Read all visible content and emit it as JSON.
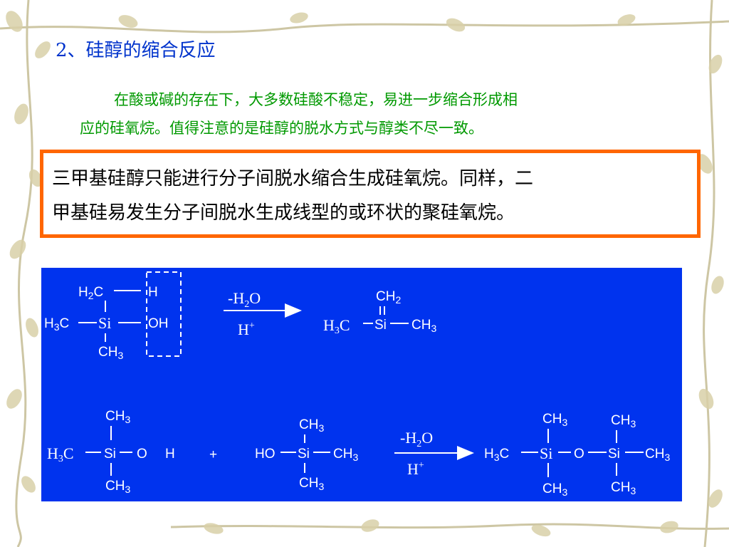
{
  "slide": {
    "title": "2、硅醇的缩合反应",
    "intro_line1": "在酸或碱的存在下，大多数硅酸不稳定，易进一步缩合形成相",
    "intro_line2": "应的硅氧烷。值得注意的是硅醇的脱水方式与醇类不尽一致。",
    "highlight_line1": "三甲基硅醇只能进行分子间脱水缩合生成硅氧烷。同样，二",
    "highlight_line2": "甲基硅易发生分子间脱水生成线型的或环状的聚硅氧烷。"
  },
  "colors": {
    "title": "#0033cc",
    "intro": "#009900",
    "highlight_border": "#ff6600",
    "panel_background": "#0033ee"
  },
  "reaction1": {
    "reactant": {
      "top_group_main": "H",
      "top_group_sub": "2",
      "top_group_tail": "C",
      "top_h": "H",
      "left_main": "H",
      "left_sub": "3",
      "left_tail": "C",
      "center": "Si",
      "right": "OH",
      "bottom_main": "CH",
      "bottom_sub": "3"
    },
    "conditions": {
      "above_main": "-H",
      "above_sub": "2",
      "above_tail": "O",
      "below_main": "H",
      "below_sup": "+"
    },
    "product": {
      "top_main": "CH",
      "top_sub": "2",
      "double_bond": "=",
      "left_main": "H",
      "left_sub": "3",
      "left_tail": "C",
      "center": "Si",
      "right_main": "CH",
      "right_sub": "3"
    }
  },
  "reaction2": {
    "reactant_a": {
      "top_main": "CH",
      "top_sub": "3",
      "left_main": "H",
      "left_sub": "3",
      "left_tail": "C",
      "center": "Si",
      "o": "O",
      "h": "H",
      "bottom_main": "CH",
      "bottom_sub": "3"
    },
    "plus": "+",
    "reactant_b": {
      "top_main": "CH",
      "top_sub": "3",
      "left": "HO",
      "center": "Si",
      "right_main": "CH",
      "right_sub": "3",
      "bottom_main": "CH",
      "bottom_sub": "3"
    },
    "conditions": {
      "above_main": "-H",
      "above_sub": "2",
      "above_tail": "O",
      "below_main": "H",
      "below_sup": "+"
    },
    "product": {
      "left_main": "H",
      "left_sub": "3",
      "left_tail": "C",
      "si1": "Si",
      "o": "O",
      "si2": "Si",
      "right_main": "CH",
      "right_sub": "3",
      "top1_main": "CH",
      "top1_sub": "3",
      "top2_main": "CH",
      "top2_sub": "3",
      "bottom1_main": "CH",
      "bottom1_sub": "3",
      "bottom2_main": "CH",
      "bottom2_sub": "3"
    }
  }
}
